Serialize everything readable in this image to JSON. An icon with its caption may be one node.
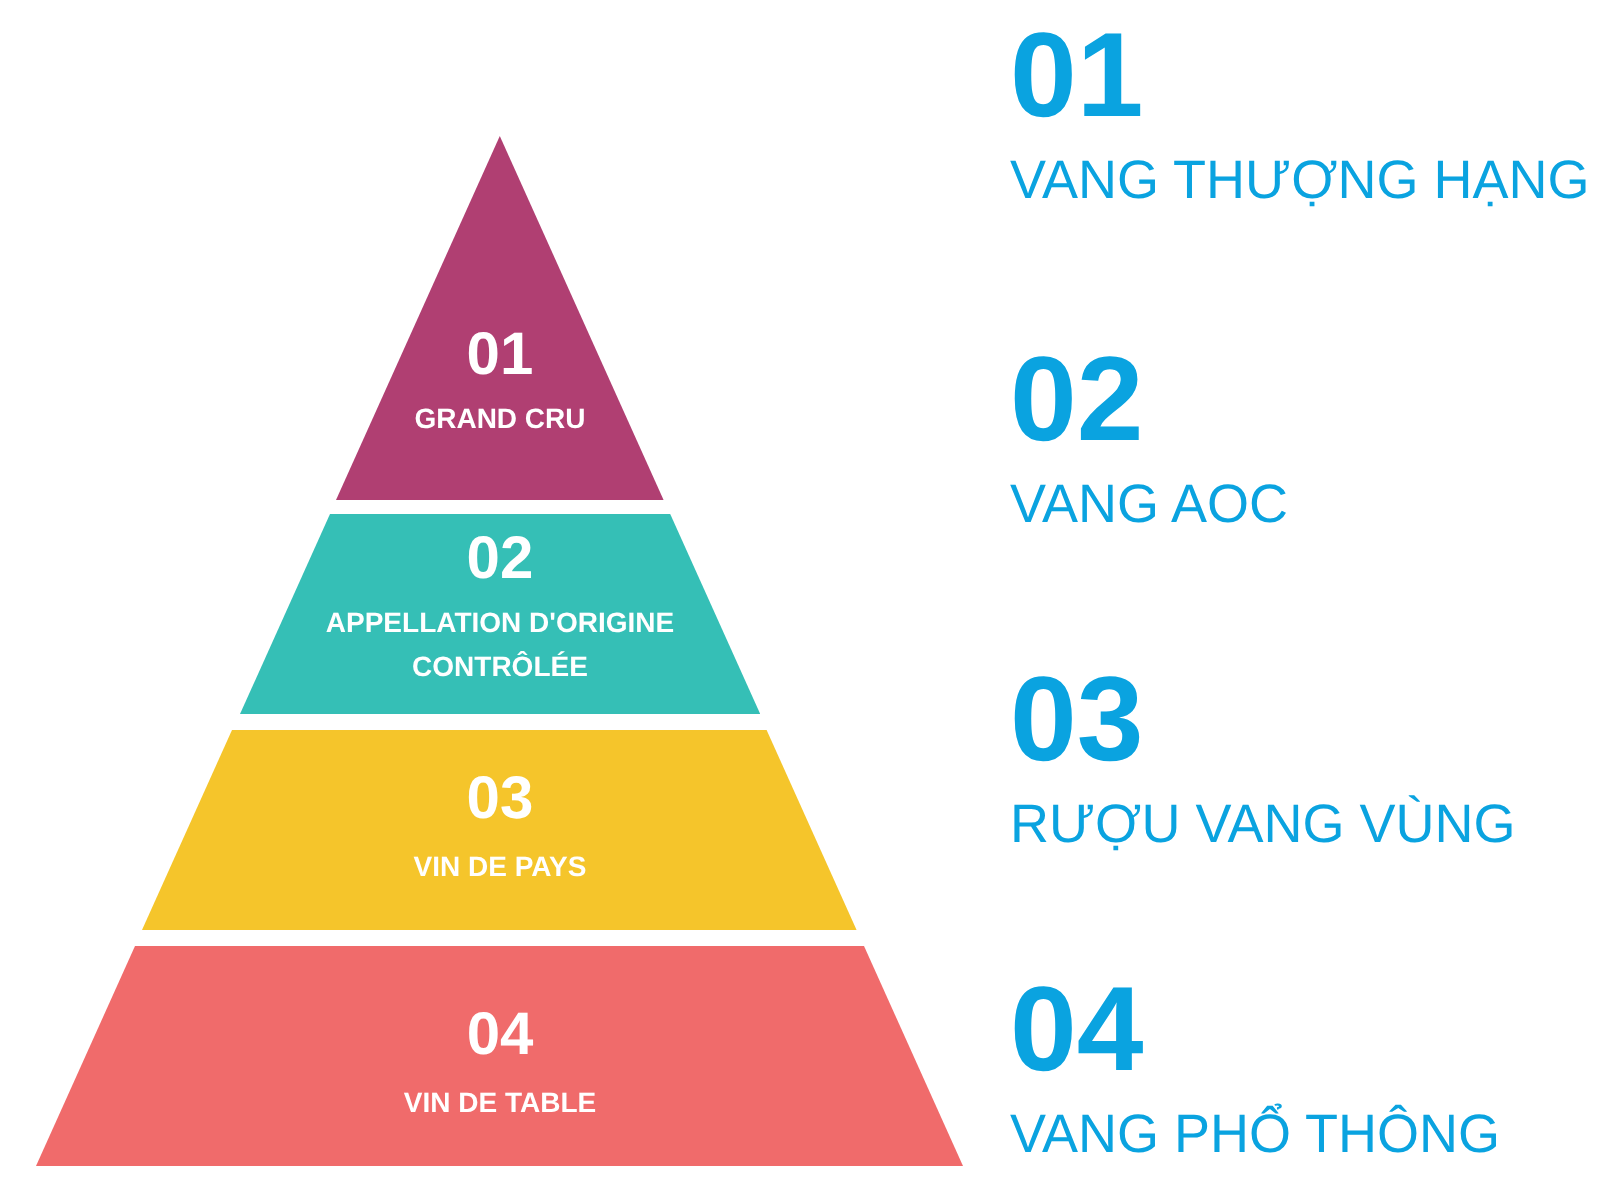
{
  "diagram": {
    "nodes": [
      {
        "text": [
          "01",
          "GRAND CRU"
        ]
      },
      {
        "text": [
          "02",
          "APPELLATION D'ORIGINE CONTRÔLÉE"
        ]
      },
      {
        "text": [
          "03",
          "VIN DE PAYS"
        ]
      },
      {
        "text": [
          "04",
          "VIN DE TABLE"
        ]
      }
    ],
    "labels": [
      "01",
      "VANG THƯỢNG HẠNG",
      "02",
      "VANG AOC",
      "03",
      "RƯỢU VANG VÙNG",
      "04",
      "VANG PHỔ THÔNG"
    ]
  }
}
